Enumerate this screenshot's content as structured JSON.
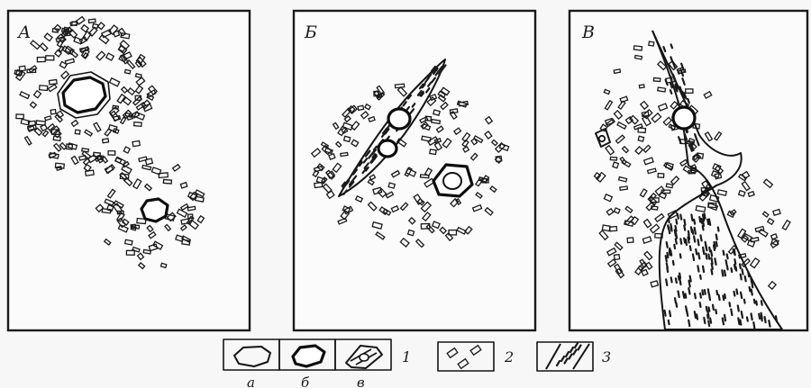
{
  "panels": [
    {
      "id": "A",
      "label": "А"
    },
    {
      "id": "B",
      "label": "Б"
    },
    {
      "id": "V",
      "label": "В"
    }
  ],
  "legend": {
    "item1_number": "1",
    "item2_number": "2",
    "item3_number": "3",
    "sub_a": "а",
    "sub_b": "б",
    "sub_v": "в"
  },
  "colors": {
    "ink": "#141414",
    "paper": "#fbfbfb"
  }
}
